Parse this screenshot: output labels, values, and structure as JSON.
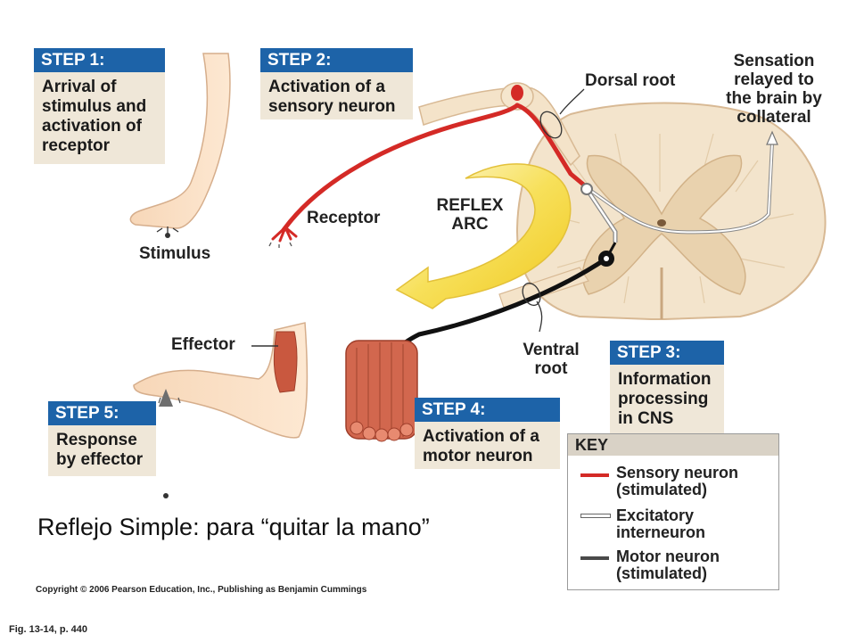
{
  "steps": {
    "s1": {
      "title": "STEP 1:",
      "lines": [
        "Arrival of",
        "stimulus and",
        "activation of",
        "receptor"
      ]
    },
    "s2": {
      "title": "STEP 2:",
      "lines": [
        "Activation of a",
        "sensory neuron"
      ]
    },
    "s3": {
      "title": "STEP 3:",
      "lines": [
        "Information",
        "processing",
        "in CNS"
      ]
    },
    "s4": {
      "title": "STEP 4:",
      "lines": [
        "Activation of a",
        "motor neuron"
      ]
    },
    "s5": {
      "title": "STEP 5:",
      "lines": [
        "Response",
        "by effector"
      ]
    }
  },
  "labels": {
    "dorsal_root": "Dorsal root",
    "sensation": [
      "Sensation",
      "relayed to",
      "the brain by",
      "collateral"
    ],
    "receptor": "Receptor",
    "reflex_arc": [
      "REFLEX",
      "ARC"
    ],
    "stimulus": "Stimulus",
    "effector": "Effector",
    "ventral_root": [
      "Ventral",
      "root"
    ]
  },
  "key": {
    "title": "KEY",
    "items": [
      {
        "lines": [
          "Sensory neuron",
          "(stimulated)"
        ],
        "color": "#d42a26"
      },
      {
        "lines": [
          "Excitatory",
          "interneuron"
        ],
        "color": "#ffffff"
      },
      {
        "lines": [
          "Motor neuron",
          "(stimulated)"
        ],
        "color": "#4a4a4a"
      }
    ]
  },
  "caption": "Reflejo Simple: para “quitar la mano”",
  "copyright": "Copyright © 2006 Pearson Education, Inc., Publishing as Benjamin Cummings",
  "figure_ref": "Fig. 13-14, p. 440",
  "colors": {
    "step_header": "#1d63a8",
    "step_body": "#efe7d8",
    "skin": "#f8dcc0",
    "cord": "#f3e4cc",
    "reflex_arrow": "#f7e05a",
    "sensory": "#d42a26",
    "motor": "#111111",
    "muscle": "#d2674e"
  }
}
